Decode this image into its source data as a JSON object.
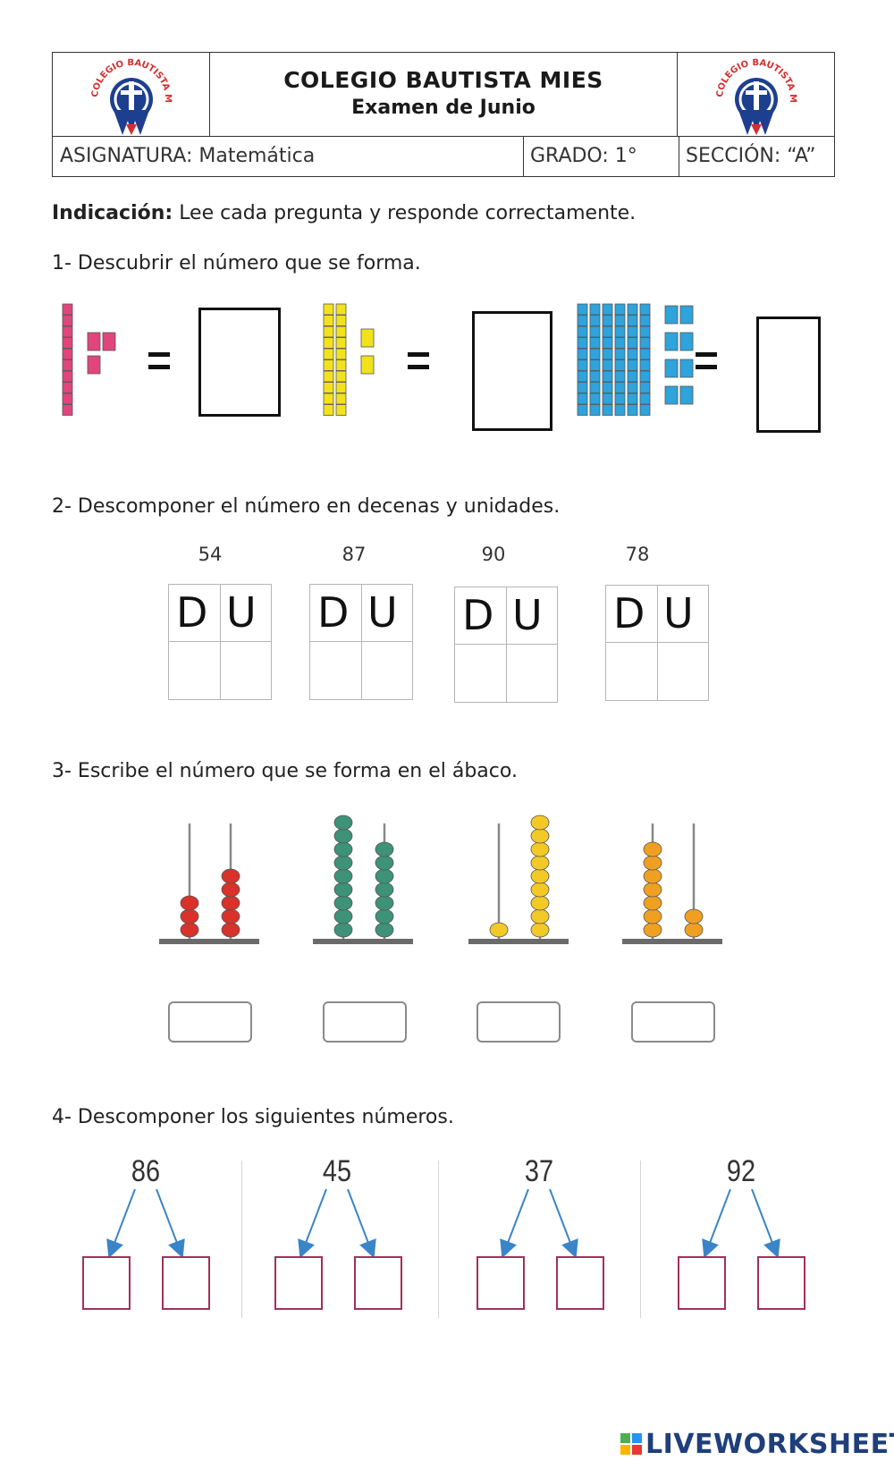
{
  "header": {
    "school": "COLEGIO BAUTISTA MIES",
    "exam": "Examen de Junio",
    "subject": "ASIGNATURA: Matemática",
    "grade": "GRADO: 1°",
    "section": "SECCIÓN: “A”",
    "logo_text": "COLEGIO BAUTISTA MIES"
  },
  "instruction": {
    "label": "Indicación:",
    "text": "Lee cada pregunta y responde correctamente."
  },
  "q1": {
    "prompt": "1- Descubrir el número que se forma.",
    "groups": [
      {
        "tens": 1,
        "units": 3,
        "color": "#e0457b"
      },
      {
        "tens": 2,
        "units": 2,
        "color": "#f2e21d"
      },
      {
        "tens": 6,
        "units": 8,
        "color": "#2ea3dc"
      }
    ],
    "equals": "="
  },
  "q2": {
    "prompt": "2- Descomponer el número en decenas y unidades.",
    "numbers": [
      "54",
      "87",
      "90",
      "78"
    ],
    "d_label": "D",
    "u_label": "U"
  },
  "q3": {
    "prompt": "3- Escribe el número que se forma en el ábaco.",
    "abacus": [
      {
        "tens": 3,
        "units": 5,
        "color": "#d8322a"
      },
      {
        "tens": 9,
        "units": 7,
        "color": "#3d9278"
      },
      {
        "tens": 1,
        "units": 9,
        "color": "#f3c926"
      },
      {
        "tens": 7,
        "units": 2,
        "color": "#f0a020"
      }
    ]
  },
  "q4": {
    "prompt": "4- Descomponer los siguientes números.",
    "numbers": [
      "86",
      "45",
      "37",
      "92"
    ]
  },
  "brand": "LIVEWORKSHEETS"
}
